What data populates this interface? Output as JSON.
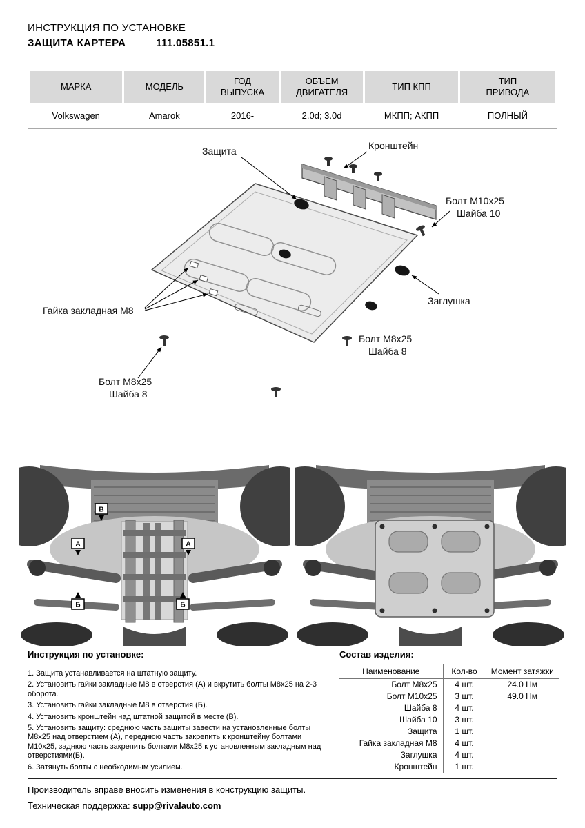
{
  "header": {
    "title": "ИНСТРУКЦИЯ ПО УСТАНОВКЕ",
    "product": "ЗАЩИТА КАРТЕРА",
    "part_number": "111.05851.1"
  },
  "spec_table": {
    "headers": [
      "МАРКА",
      "МОДЕЛЬ",
      "ГОД\nВЫПУСКА",
      "ОБЪЕМ\nДВИГАТЕЛЯ",
      "ТИП КПП",
      "ТИП\nПРИВОДА"
    ],
    "row": [
      "Volkswagen",
      "Amarok",
      "2016-",
      "2.0d; 3.0d",
      "МКПП; АКПП",
      "ПОЛНЫЙ"
    ]
  },
  "diagram": {
    "labels": {
      "guard": "Защита",
      "bracket": "Кронштейн",
      "bolt_m10": "Болт М10х25",
      "washer_10": "Шайба 10",
      "plug": "Заглушка",
      "clip_nut": "Гайка закладная М8",
      "bolt_m8_a": "Болт М8х25",
      "washer_8_a": "Шайба 8",
      "bolt_m8_b": "Болт М8х25",
      "washer_8_b": "Шайба 8"
    }
  },
  "photos": {
    "markers": {
      "v": "В",
      "a": "А",
      "b": "Б"
    }
  },
  "instructions": {
    "title": "Инструкция по установке:",
    "steps": [
      "1. Защита устанавливается на штатную защиту.",
      "2. Установить гайки закладные М8 в отверстия (А) и вкрутить болты М8х25 на 2-3 оборота.",
      "3. Установить гайки закладные М8 в отверстия (Б).",
      "4. Установить кронштейн над штатной защитой в месте (В).",
      "5. Установить защиту: среднюю часть защиты завести на установленные болты М8х25 над отверстием (А), переднюю часть закрепить к кронштейну болтами М10х25, заднюю часть закрепить болтами М8х25 к установленным закладным над отверстиями(Б).",
      "6. Затянуть болты с необходимым усилием."
    ]
  },
  "parts": {
    "title": "Состав изделия:",
    "headers": [
      "Наименование",
      "Кол-во",
      "Момент затяжки"
    ],
    "rows": [
      [
        "Болт М8х25",
        "4 шт.",
        "24.0 Нм"
      ],
      [
        "Болт М10х25",
        "3 шт.",
        "49.0 Нм"
      ],
      [
        "Шайба 8",
        "4 шт.",
        ""
      ],
      [
        "Шайба 10",
        "3 шт.",
        ""
      ],
      [
        "Защита",
        "1 шт.",
        ""
      ],
      [
        "Гайка закладная М8",
        "4 шт.",
        ""
      ],
      [
        "Заглушка",
        "4 шт.",
        ""
      ],
      [
        "Кронштейн",
        "1 шт.",
        ""
      ]
    ]
  },
  "footer": {
    "notice": "Производитель вправе вносить изменения в конструкцию защиты.",
    "support_label": "Техническая поддержка:",
    "support_email": "supp@rivalauto.com"
  }
}
